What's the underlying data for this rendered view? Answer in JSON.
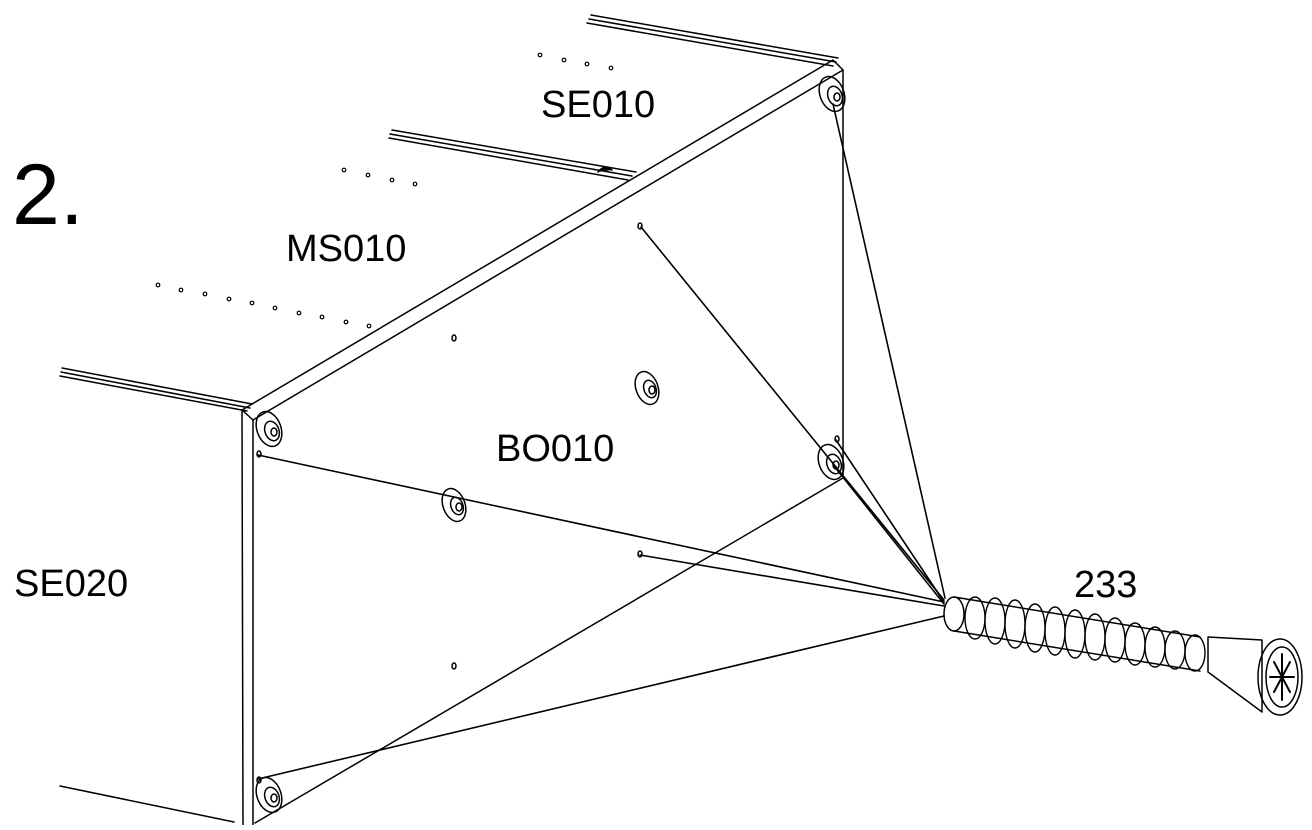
{
  "step": {
    "number": "2."
  },
  "parts": {
    "side_top": "SE010",
    "middle_shelf": "MS010",
    "bottom": "BO010",
    "side_bottom": "SE020",
    "screw": "233"
  }
}
